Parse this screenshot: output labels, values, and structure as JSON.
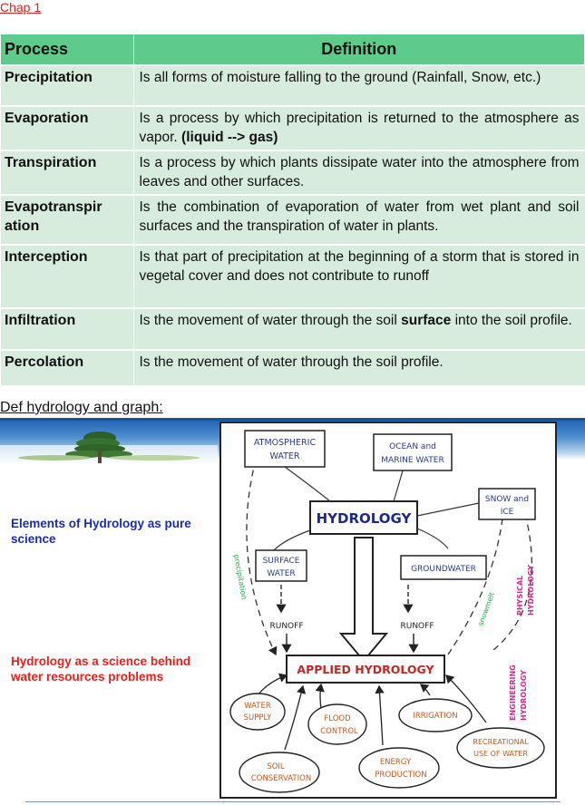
{
  "header": {
    "chap_link": "Chap 1"
  },
  "table": {
    "columns": [
      "Process",
      "Definition"
    ],
    "rows": [
      {
        "term": "Precipitation",
        "definition": "Is all forms of moisture falling to the ground (Rainfall, Snow, etc.)"
      },
      {
        "term": "Evaporation",
        "definition": "Is a process by which precipitation is returned to the atmosphere as vapor.",
        "definition_bold": "(liquid --> gas)"
      },
      {
        "term": "Transpiration",
        "definition": "Is a process by which plants dissipate water into the atmosphere from leaves and other surfaces."
      },
      {
        "term": "Evapotranspir ation",
        "definition": "Is the combination of evaporation of water from wet plant and soil surfaces and the transpiration of water in plants."
      },
      {
        "term": "Interception",
        "definition": "Is that part of precipitation at the beginning of a storm that is stored in vegetal cover and does not contribute to runoff"
      },
      {
        "term": "Infiltration",
        "definition_before": "Is the movement of water through the soil",
        "definition_bold": "surface",
        "definition_after": "into the soil profile."
      },
      {
        "term": "Percolation",
        "definition": "Is the movement of water through the soil profile."
      }
    ]
  },
  "section_heading": "Def hydrology and graph:",
  "slide": {
    "pure_science_text": "Elements of Hydrology as pure science",
    "problems_text": "Hydrology as a science behind water resources problems",
    "colors": {
      "pure": "#1a2bb0",
      "problems": "#e8201c",
      "table_header": "#5dcc8a",
      "table_row": "#d7ecdc"
    },
    "diagram": {
      "atmospheric_water": [
        "ATMOSPHERIC",
        "WATER"
      ],
      "ocean_water": [
        "OCEAN and",
        "MARINE WATER"
      ],
      "snow_ice": [
        "SNOW and",
        "ICE"
      ],
      "hydrology": "HYDROLOGY",
      "surface_water": [
        "SURFACE",
        "WATER"
      ],
      "groundwater": "GROUNDWATER",
      "runoff_left": "RUNOFF",
      "runoff_right": "RUNOFF",
      "applied_hydrology": "APPLIED HYDROLOGY",
      "precipitation": "precipitation",
      "snowmelt": "snowmelt",
      "physical_hydrology": [
        "PHYSICAL",
        "HYDROLOGY"
      ],
      "engineering_hydrology": [
        "ENGINEERING",
        "HYDROLOGY"
      ],
      "water_supply": [
        "WATER",
        "SUPPLY"
      ],
      "flood_control": [
        "FLOOD",
        "CONTROL"
      ],
      "irrigation": "IRRIGATION",
      "recreational": [
        "RECREATIONAL",
        "USE OF WATER"
      ],
      "soil_conservation": [
        "SOIL",
        "CONSERVATION"
      ],
      "energy_production": [
        "ENERGY",
        "PRODUCTION"
      ]
    }
  }
}
